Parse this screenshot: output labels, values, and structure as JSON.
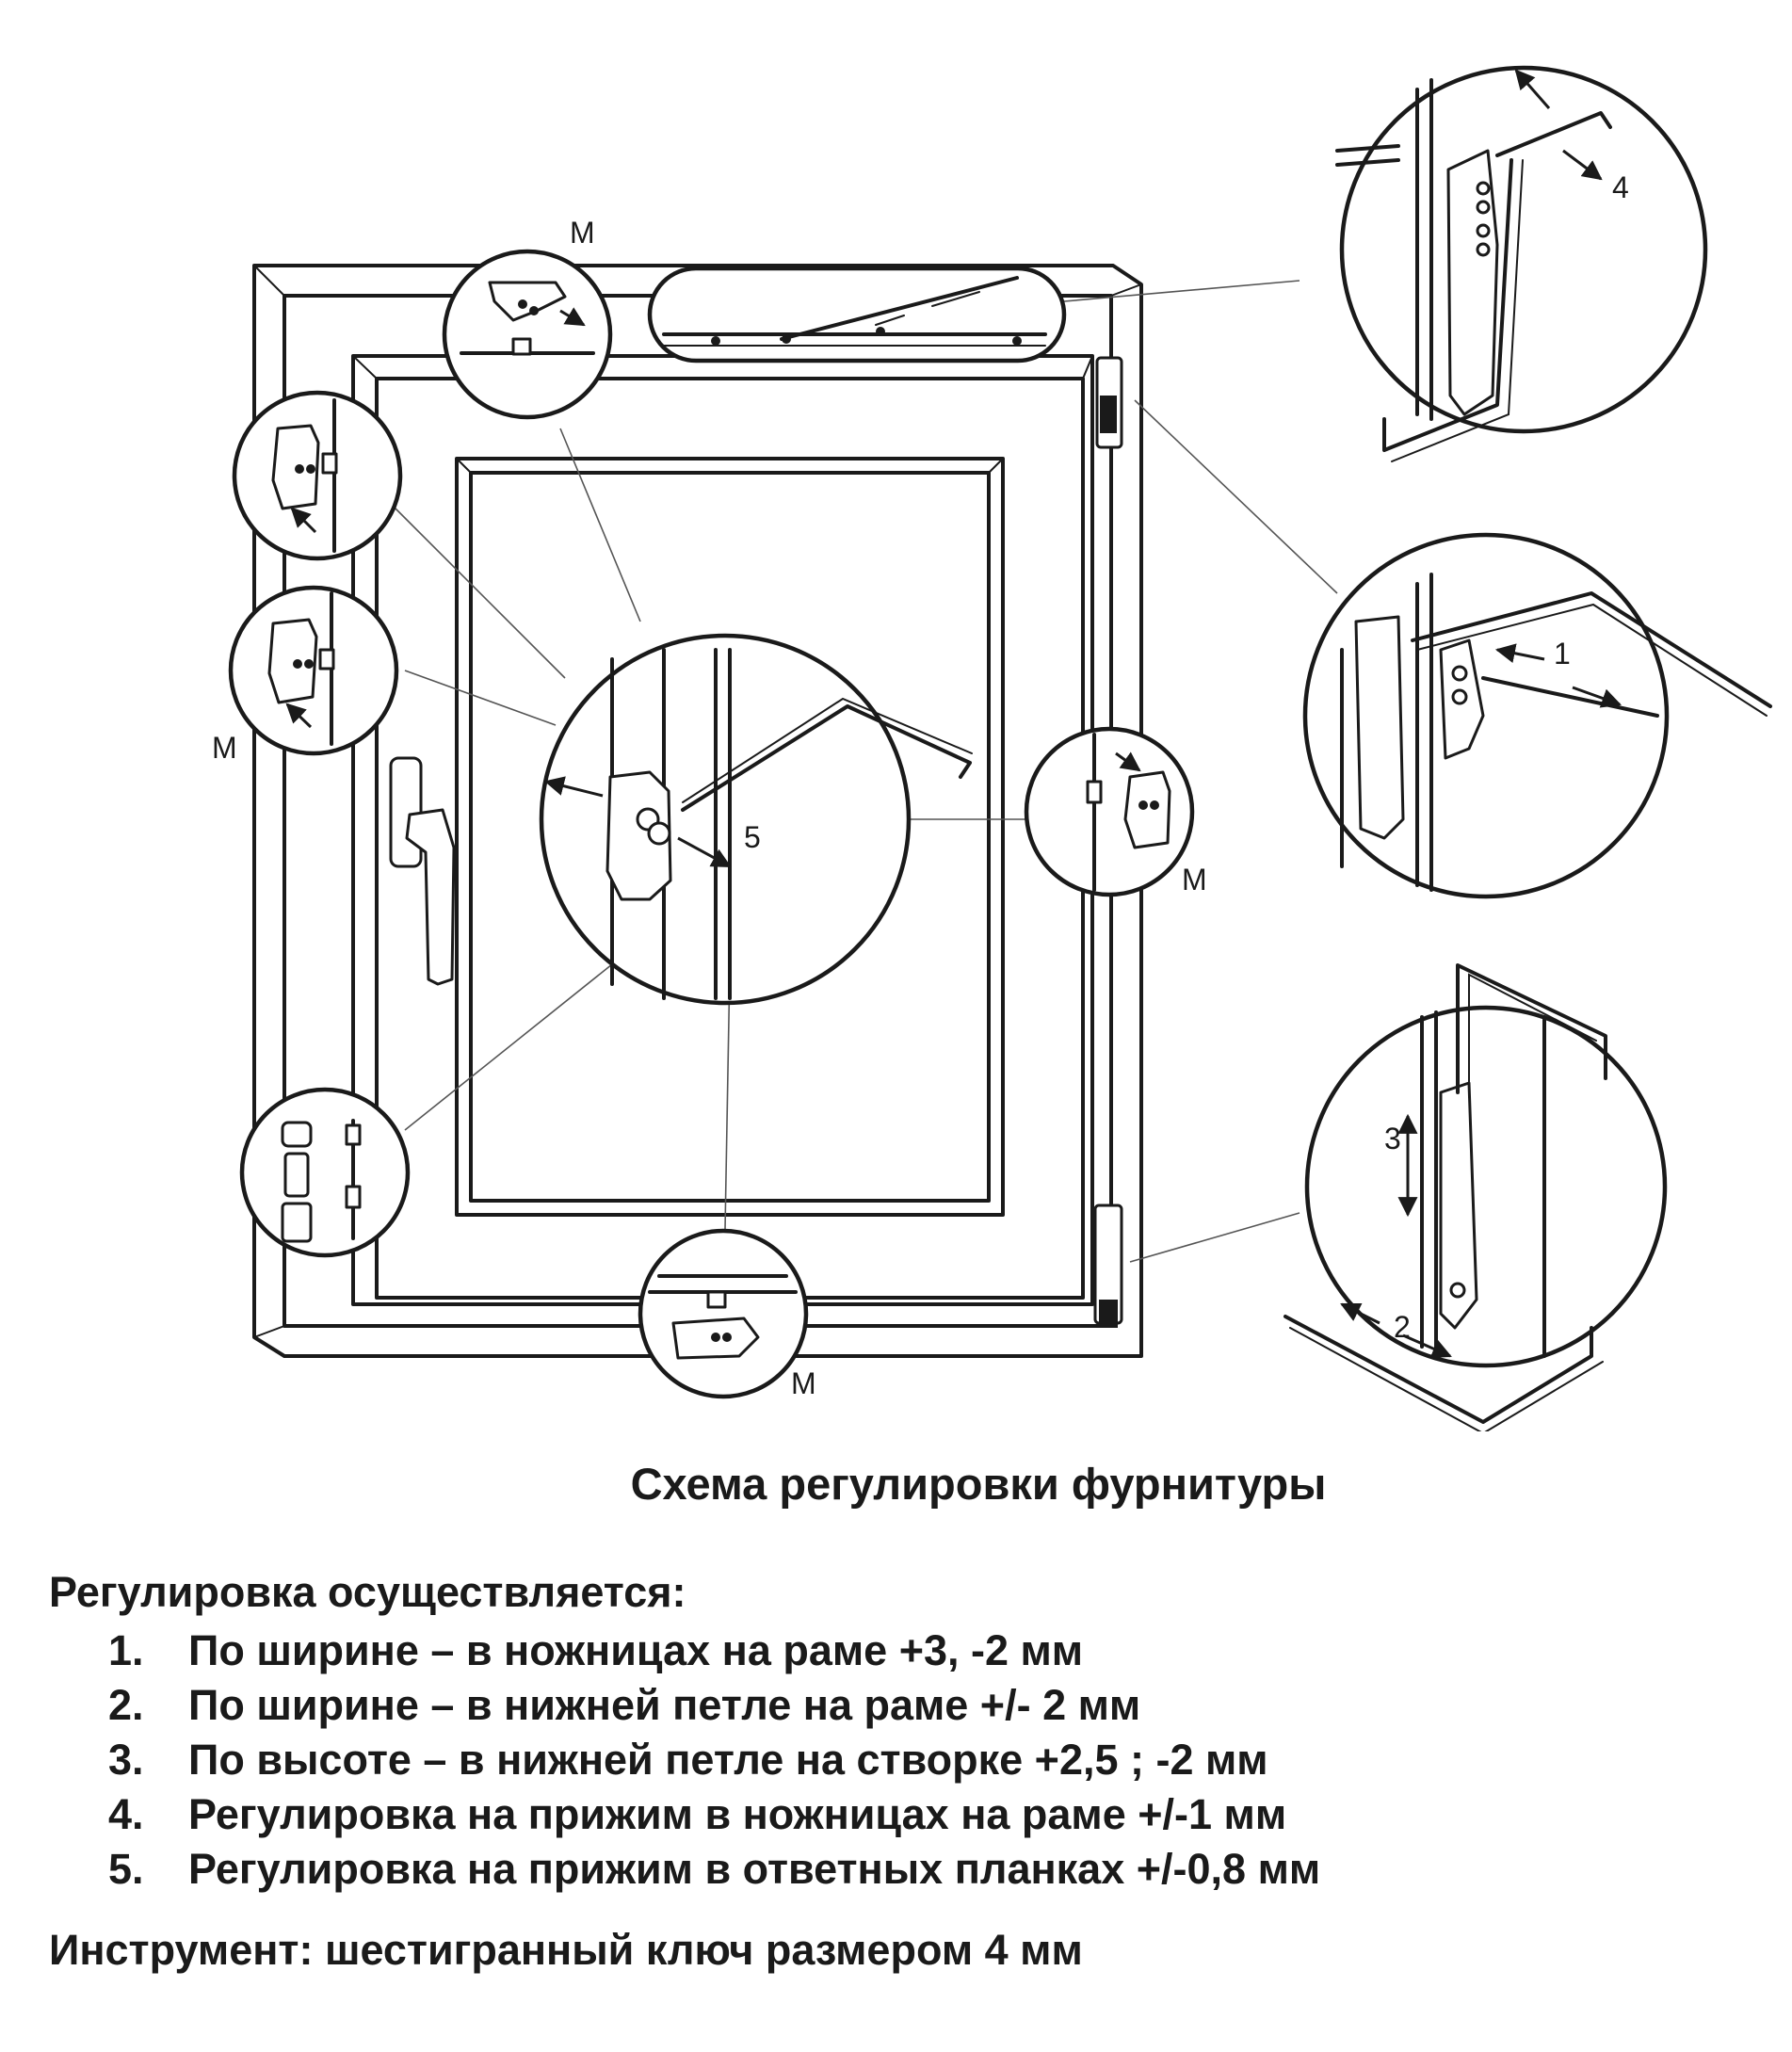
{
  "diagram": {
    "marker_m": "M",
    "callouts": [
      "1",
      "2",
      "3",
      "4",
      "5"
    ]
  },
  "caption": "Схема регулировки фурнитуры",
  "intro": "Регулировка осуществляется:",
  "items": [
    {
      "num": "1.",
      "text": "По ширине – в ножницах на раме +3, -2 мм"
    },
    {
      "num": "2.",
      "text": "По ширине – в нижней петле на раме +/- 2 мм"
    },
    {
      "num": "3.",
      "text": "По высоте – в нижней петле на створке +2,5 ; -2 мм"
    },
    {
      "num": "4.",
      "text": "Регулировка на прижим  в ножницах на раме +/-1 мм"
    },
    {
      "num": "5.",
      "text": "Регулировка на прижим в ответных планках +/-0,8 мм"
    }
  ],
  "tool": "Инструмент: шестигранный ключ размером 4 мм"
}
